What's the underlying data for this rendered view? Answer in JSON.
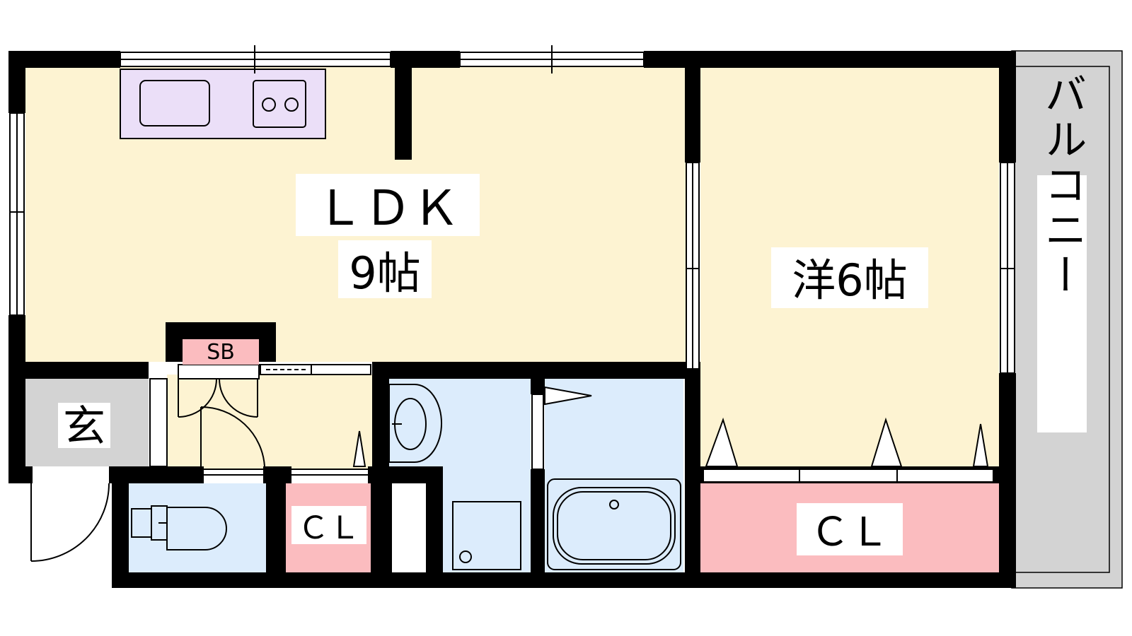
{
  "rooms": {
    "ldk_label": "ＬＤＫ",
    "ldk_size": "9帖",
    "western_room": "洋6帖",
    "closet_small": "ＣＬ",
    "closet_large": "ＣＬ",
    "entrance": "玄",
    "shoe_box": "SB",
    "balcony": "バルコニー"
  },
  "colors": {
    "living_floor": "#fdf3d2",
    "wet_area": "#dcecfc",
    "closet": "#fbbcbf",
    "kitchen": "#ebdff8",
    "entrance": "#d3d3d3",
    "balcony": "#d3d3d3",
    "wall": "#000000"
  }
}
